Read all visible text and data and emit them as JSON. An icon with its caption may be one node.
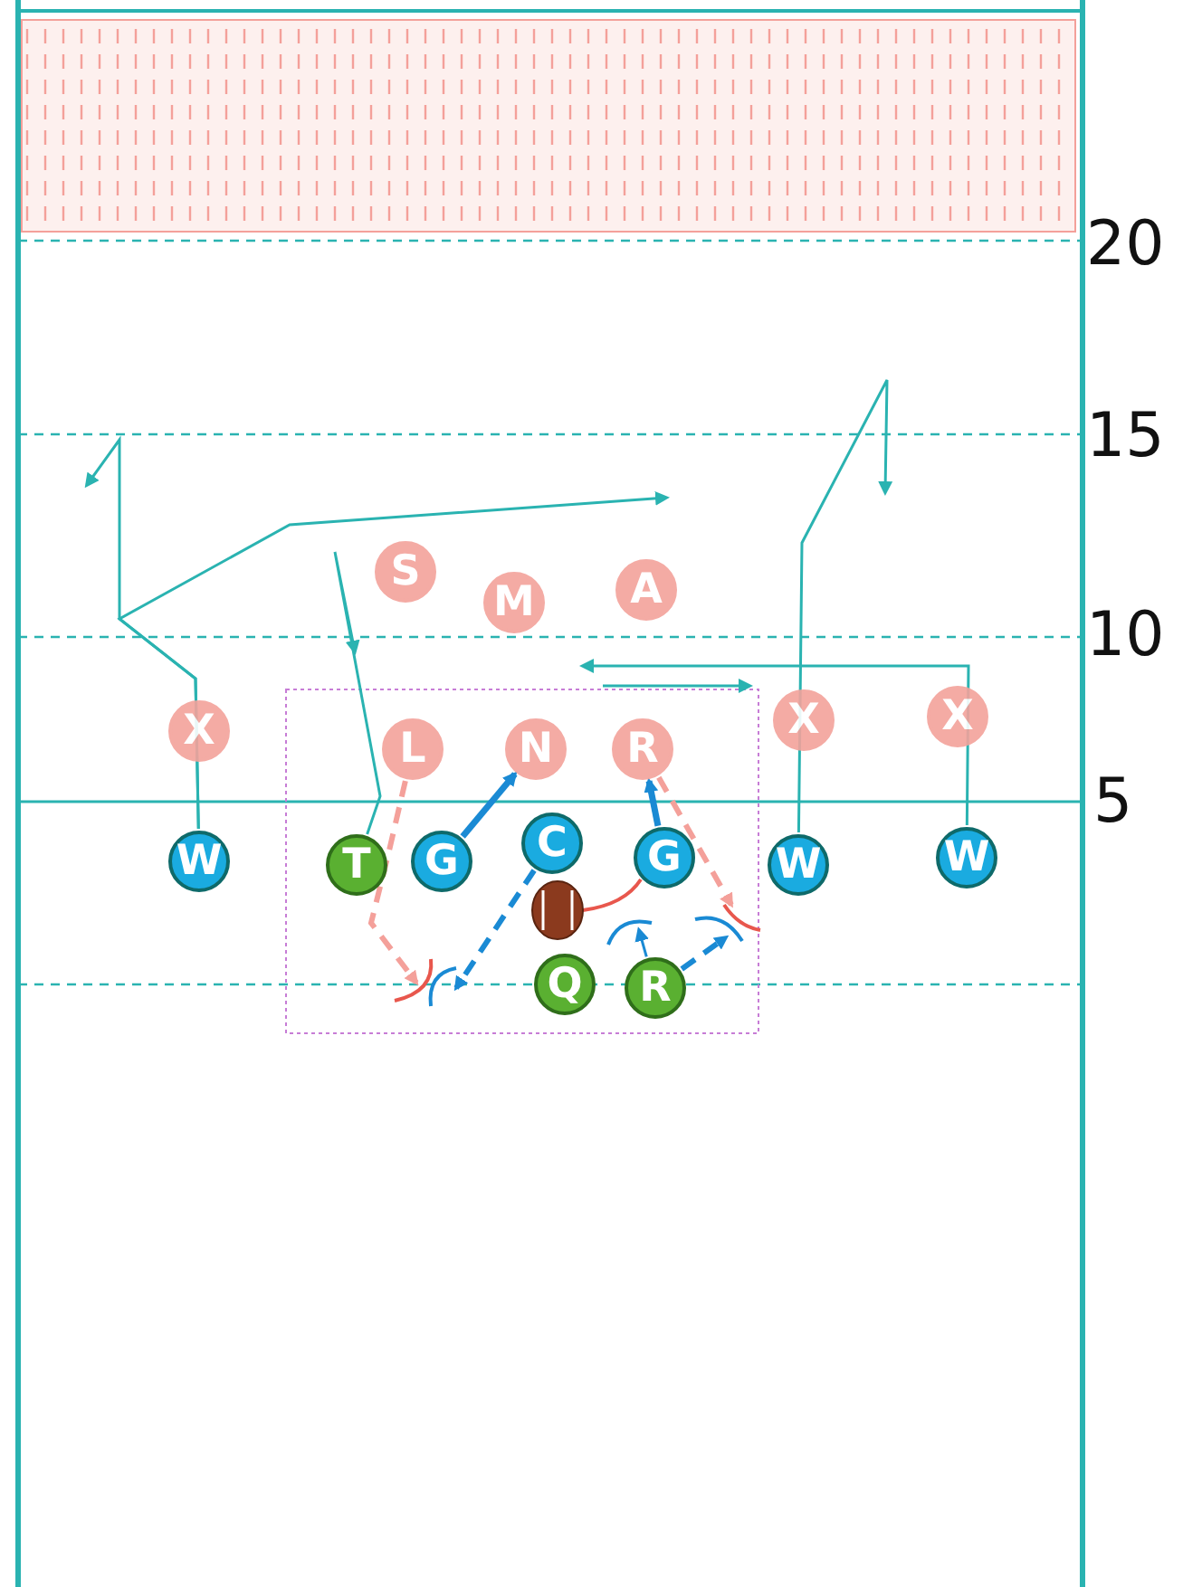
{
  "diagram": {
    "nodes": [
      {
        "text": [
          "S"
        ]
      },
      {
        "text": [
          "M"
        ]
      },
      {
        "text": [
          "A"
        ]
      },
      {
        "text": [
          "X"
        ]
      },
      {
        "text": [
          "L"
        ]
      },
      {
        "text": [
          "N"
        ]
      },
      {
        "text": [
          "R"
        ]
      },
      {
        "text": [
          "X"
        ]
      },
      {
        "text": [
          "X"
        ]
      },
      {
        "text": [
          "W"
        ]
      },
      {
        "text": [
          "T"
        ]
      },
      {
        "text": [
          "G"
        ]
      },
      {
        "text": [
          "C"
        ]
      },
      {
        "text": [
          "G"
        ]
      },
      {
        "text": [
          "W"
        ]
      },
      {
        "text": [
          "W"
        ]
      },
      {
        "text": [
          "Q"
        ]
      },
      {
        "text": [
          "R"
        ]
      },
      {
        "text": [],
        "shape": "arc"
      },
      {
        "text": [],
        "shape": "arc"
      },
      {
        "text": [],
        "shape": "arc"
      },
      {
        "text": [],
        "shape": "arc"
      },
      {
        "text": [],
        "shape": "arc"
      },
      {
        "text": [],
        "shape": "arc"
      }
    ],
    "edges": [
      {
        "from": 9,
        "to": null,
        "arrow": "to"
      },
      {
        "from": 9,
        "to": null,
        "arrow": "to"
      },
      {
        "from": 10,
        "to": null,
        "arrow": "to"
      },
      {
        "from": 4,
        "to": 18,
        "arrow": "to",
        "style": "dashed",
        "color": "#f4a09a"
      },
      {
        "from": 11,
        "to": 5,
        "arrow": "to",
        "style": "thick",
        "color": "#1a8ad4"
      },
      {
        "from": 12,
        "to": 19,
        "arrow": "to",
        "style": "dashed",
        "color": "#1a8ad4"
      },
      {
        "from": 13,
        "to": 6,
        "arrow": "to",
        "style": "thick",
        "color": "#1a8ad4"
      },
      {
        "from": 6,
        "to": 23,
        "arrow": "to",
        "style": "dashed",
        "color": "#f4a09a"
      },
      {
        "from": 14,
        "to": null,
        "arrow": "to"
      },
      {
        "from": 15,
        "to": null,
        "arrow": "to"
      },
      {
        "from": 17,
        "to": 22,
        "arrow": "to",
        "style": "dashed",
        "color": "#1a8ad4"
      },
      {
        "from": 17,
        "to": 21,
        "arrow": "to",
        "color": "#1a8ad4"
      }
    ],
    "labels": [
      "20",
      "15",
      "10",
      "5"
    ]
  }
}
